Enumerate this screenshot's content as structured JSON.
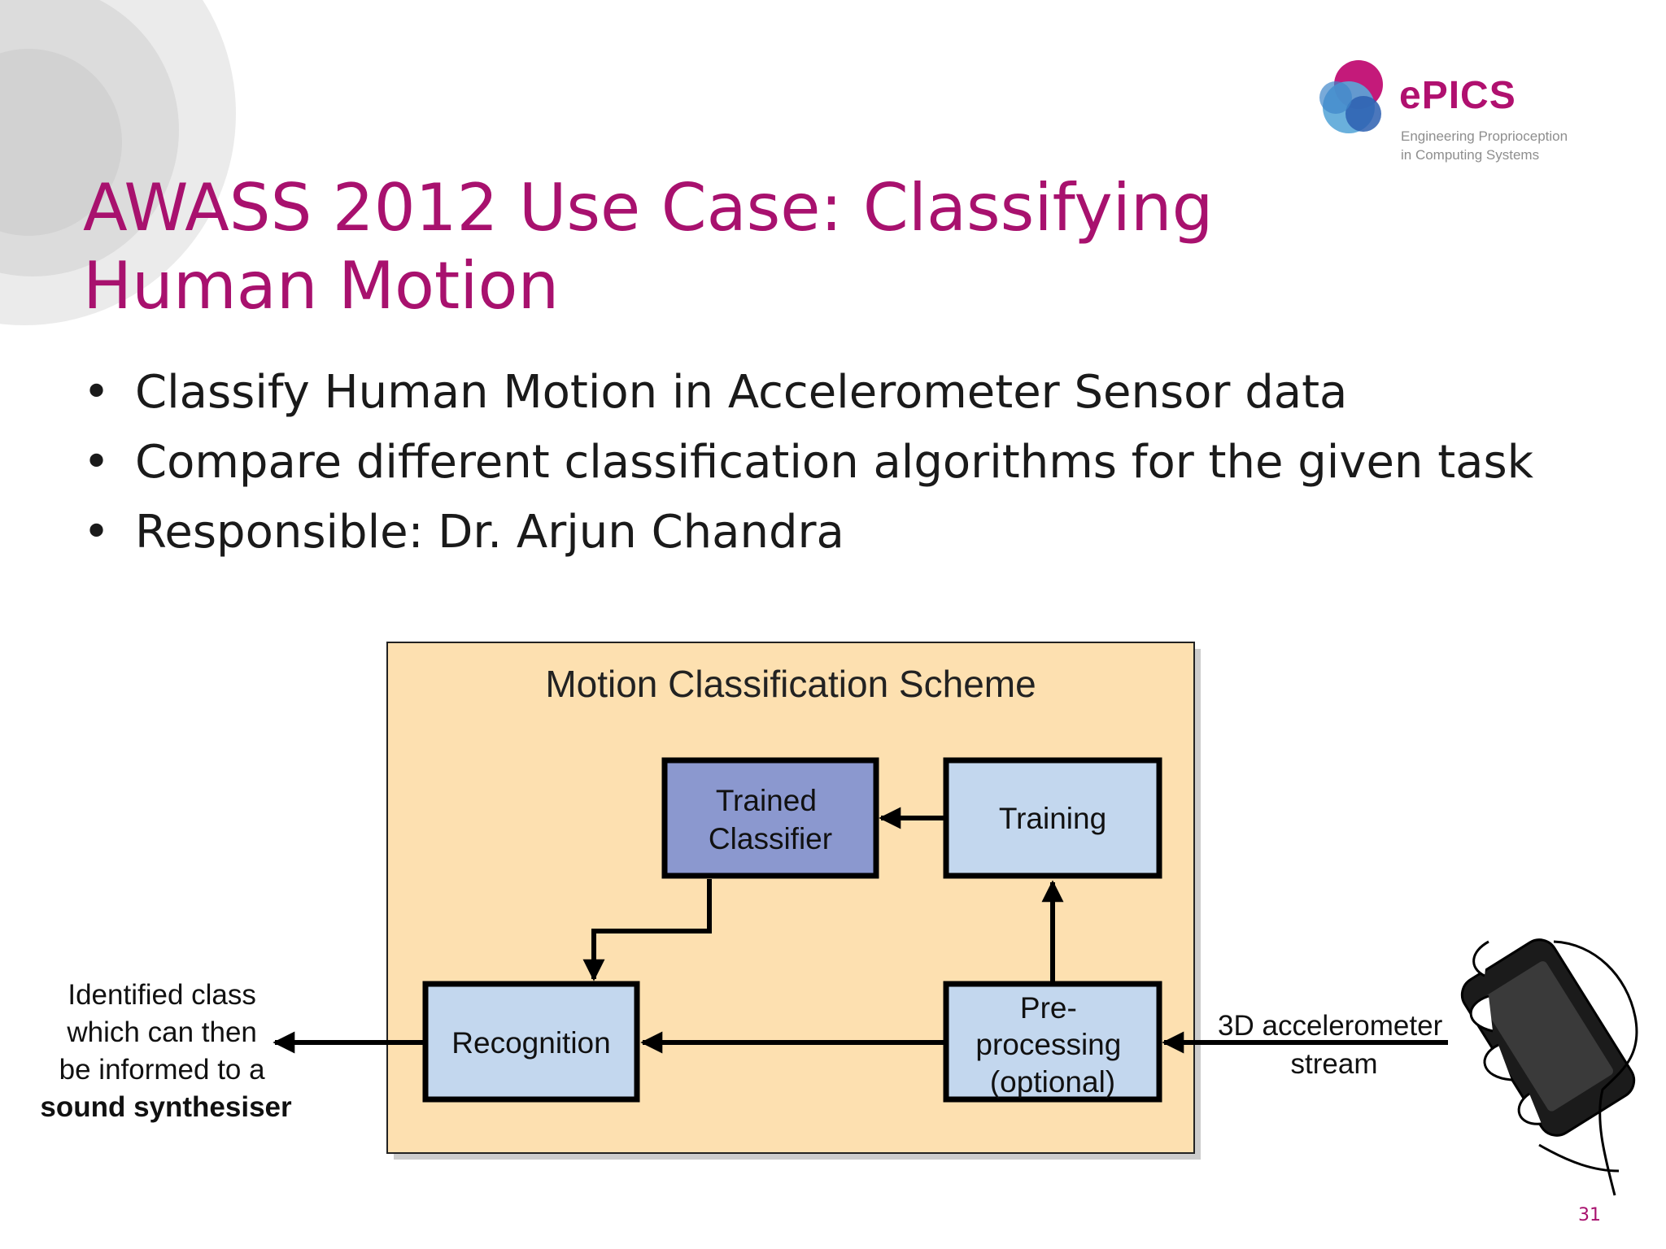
{
  "logo": {
    "brand": "ePICS",
    "tagline": "Engineering Proprioception\nin Computing Systems"
  },
  "title": "AWASS 2012 Use Case: Classifying\nHuman Motion",
  "bullets": [
    "Classify Human Motion in Accelerometer Sensor data",
    "Compare different classification algorithms for the given task",
    "Responsible: Dr. Arjun Chandra"
  ],
  "diagram": {
    "scheme_title": "Motion Classification Scheme",
    "trained_classifier": [
      "Trained",
      "Classifier"
    ],
    "training": "Training",
    "recognition": "Recognition",
    "preprocessing": [
      "Pre-",
      "processing",
      "(optional)"
    ],
    "output_label": [
      "Identified class",
      "which can then",
      "be informed to a",
      "sound synthesiser"
    ],
    "input_label": [
      "3D accelerometer",
      "stream"
    ]
  },
  "page_number": "31",
  "colors": {
    "title": "#a8116e",
    "scheme_background": "#fde0b0",
    "trained_classifier_fill": "#8b98cf",
    "box_fill": "#c3d7ee"
  }
}
